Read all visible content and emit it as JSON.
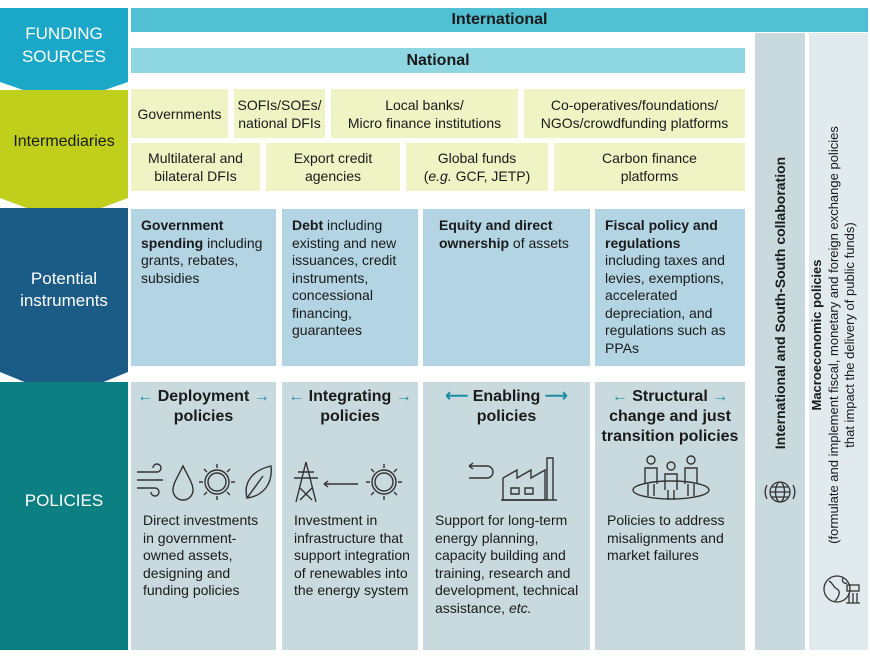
{
  "left_labels": {
    "funding_l1": "FUNDING",
    "funding_l2": "SOURCES",
    "intermediaries": "Intermediaries",
    "instruments_l1": "Potential",
    "instruments_l2": "instruments",
    "policies": "POLICIES"
  },
  "bars": {
    "international": "International",
    "national": "National"
  },
  "intermediaries_row1": [
    {
      "l1": "Governments",
      "l2": ""
    },
    {
      "l1": "SOFIs/SOEs/",
      "l2": "national DFIs"
    },
    {
      "l1": "Local banks/",
      "l2": "Micro finance institutions"
    },
    {
      "l1": "Co-operatives/foundations/",
      "l2": "NGOs/crowdfunding platforms"
    }
  ],
  "intermediaries_row2": [
    {
      "l1": "Multilateral and",
      "l2": "bilateral DFIs"
    },
    {
      "l1": "Export credit",
      "l2": "agencies"
    },
    {
      "l1": "Global funds",
      "l2_pre": "(",
      "l2_em": "e.g.",
      "l2_post": " GCF, JETP)"
    },
    {
      "l1": "Carbon finance",
      "l2": "platforms"
    }
  ],
  "instruments": [
    {
      "bold": "Government spending",
      "rest": " including grants, rebates, subsidies"
    },
    {
      "bold": "Debt",
      "rest": " including existing and new issuances, credit instruments, concessional financing, guarantees"
    },
    {
      "bold": "Equity and direct ownership",
      "rest": " of assets"
    },
    {
      "bold": "Fiscal policy and regulations",
      "rest": " including taxes and levies, exemptions, accelerated depreciation, and regulations such as PPAs"
    }
  ],
  "policies": [
    {
      "title_l1": "Deployment",
      "title_l2": "policies",
      "text": "Direct investments in government-owned assets, designing and funding policies",
      "text_em": "",
      "icons": [
        "wind-icon",
        "water-drop-icon",
        "sun-icon",
        "leaf-icon"
      ]
    },
    {
      "title_l1": "Integrating",
      "title_l2": "policies",
      "text": "Investment in infrastructure that support integration of renewables into the energy system",
      "text_em": "",
      "icons": [
        "transmission-tower-icon",
        "arrow-icon",
        "sun-icon"
      ]
    },
    {
      "title_l1": "Enabling",
      "title_l2": "policies",
      "text": "Support for long-term energy planning, capacity building and training, research and development, technical assistance, ",
      "text_em": "etc.",
      "icons": [
        "return-arrow-icon",
        "factory-icon"
      ]
    },
    {
      "title_l1": "Structural",
      "title_l2": "change and just",
      "title_l3": "transition policies",
      "text": "Policies to address misalignments and market failures",
      "text_em": "",
      "icons": [
        "people-group-icon"
      ]
    }
  ],
  "side": {
    "international_collab": "International and South-South collaboration",
    "macro_bold": "Macroeconomic policies",
    "macro_l2": "(formulate and implement fiscal, monetary and foreign exchange policies",
    "macro_l3": "that impact the delivery of public funds)"
  },
  "colors": {
    "funding": "#1ba8c8",
    "intermediaries": "#bfcf1b",
    "instruments": "#1b5c86",
    "policies": "#0b7f82",
    "bar_international": "#52c0d3",
    "bar_national": "#8dd6e2",
    "intermediary_box": "#eef4c4",
    "instrument_box": "#b3d4e3",
    "policy_box": "#c9dadf",
    "side_collab": "#c9dadf",
    "side_macro": "#e1eaed",
    "accent_arrow": "#1a8ea0"
  }
}
